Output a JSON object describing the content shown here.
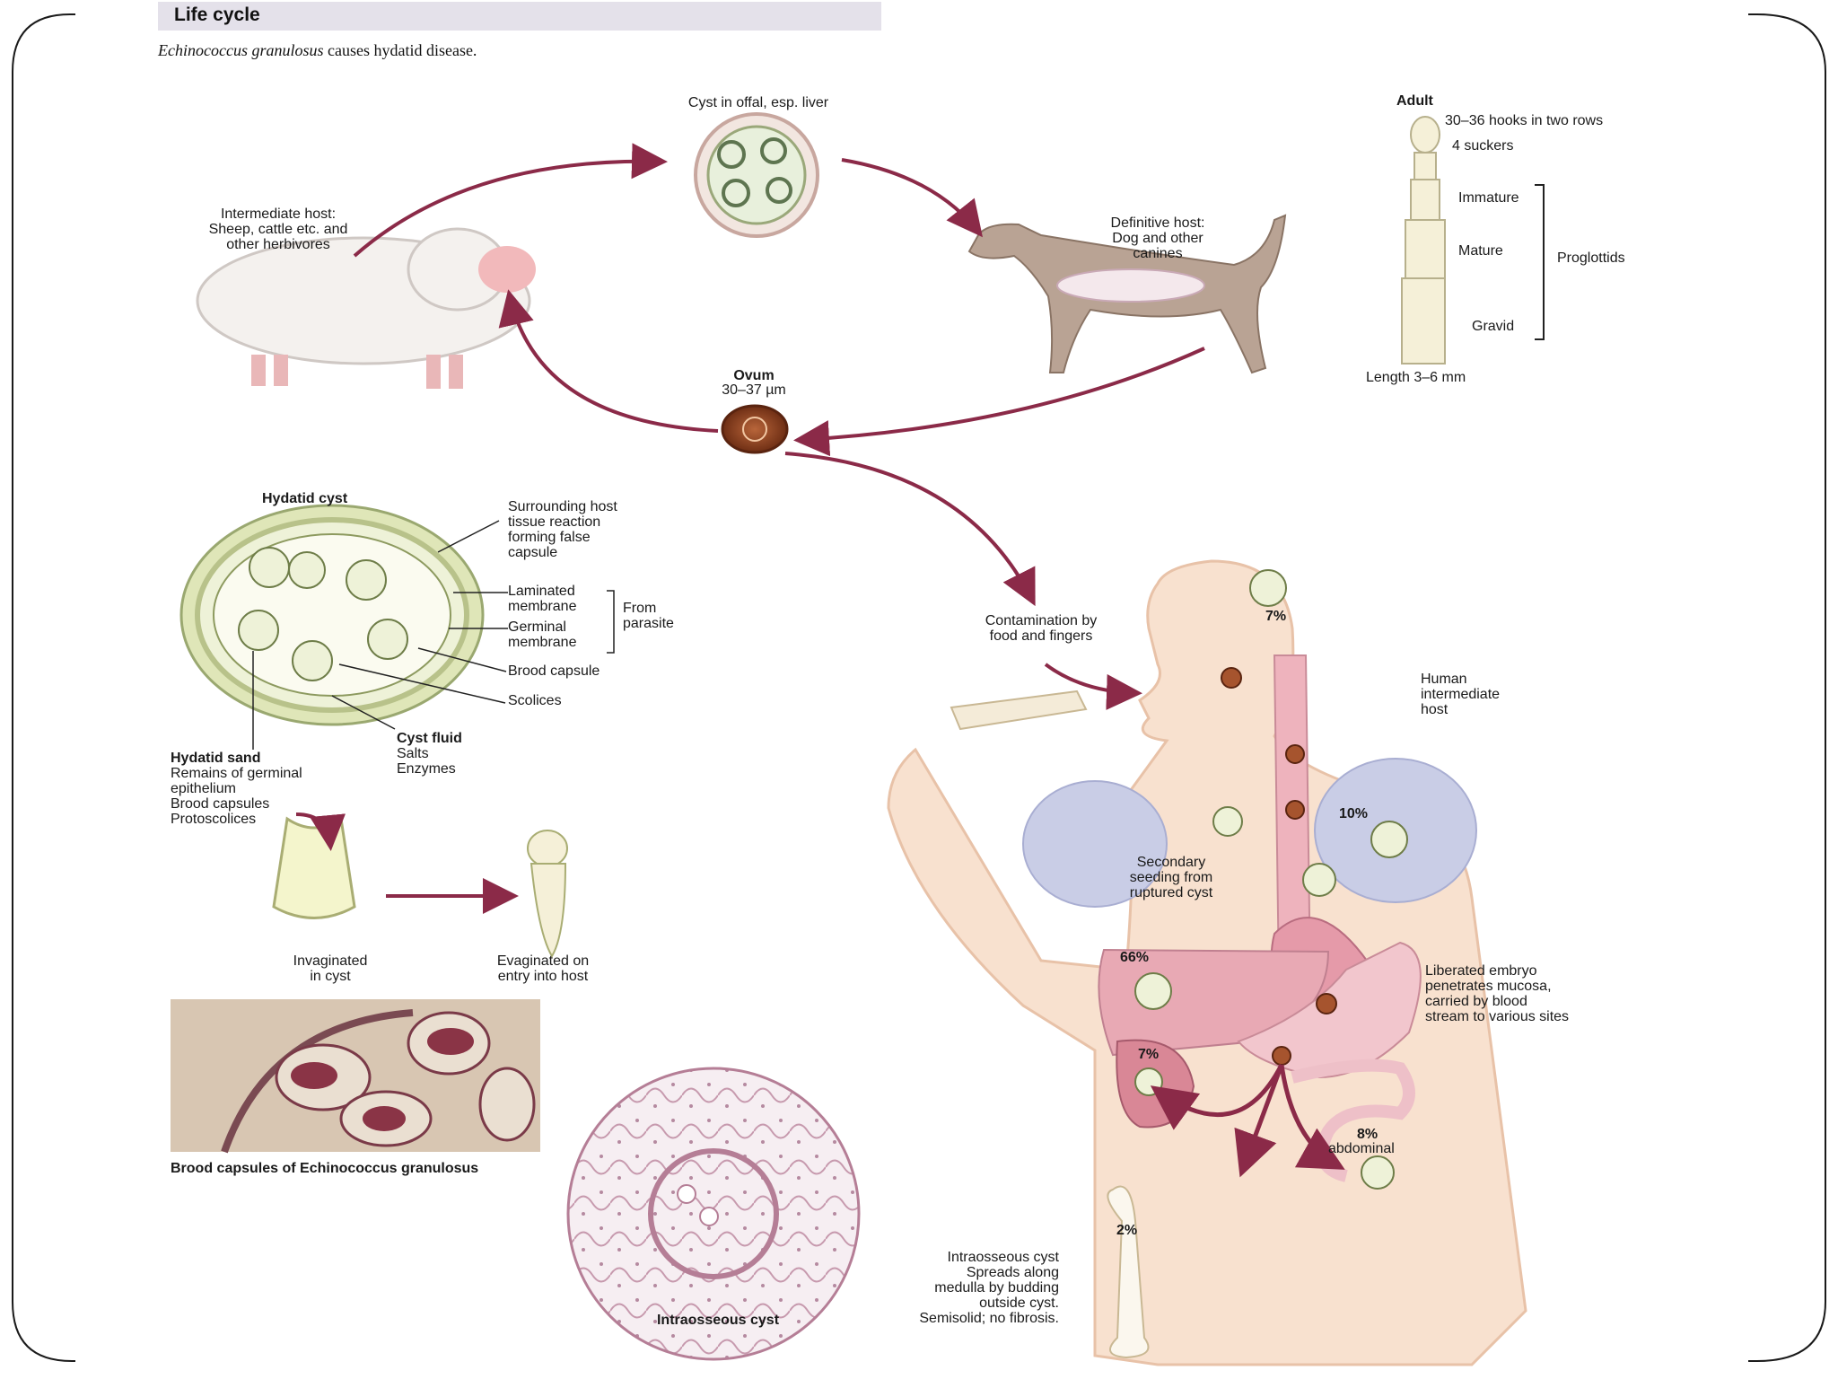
{
  "header": {
    "title": "Life cycle",
    "subtitle_italic": "Echinococcus granulosus",
    "subtitle_rest": " causes hydatid disease."
  },
  "cycle": {
    "cyst_offal": "Cyst in offal, esp. liver",
    "intermediate_host": "Intermediate host:\nSheep, cattle etc. and\nother herbivores",
    "definitive_host": "Definitive host:\nDog and other\ncanines",
    "ovum_title": "Ovum",
    "ovum_size": "30–37 µm"
  },
  "adult": {
    "title": "Adult",
    "hooks": "30–36 hooks in two rows",
    "suckers": "4 suckers",
    "immature": "Immature",
    "mature": "Mature",
    "gravid": "Gravid",
    "proglottids": "Proglottids",
    "length": "Length 3–6 mm"
  },
  "hydatid": {
    "title": "Hydatid cyst",
    "surrounding": "Surrounding host\ntissue reaction\nforming false\ncapsule",
    "laminated": "Laminated\nmembrane",
    "germinal": "Germinal\nmembrane",
    "from_parasite": "From\nparasite",
    "brood_capsule": "Brood capsule",
    "scolices": "Scolices",
    "cyst_fluid_title": "Cyst fluid",
    "cyst_fluid_body": "Salts\nEnzymes",
    "sand_title": "Hydatid sand",
    "sand_body": "Remains of germinal\nepithelium\nBrood capsules\nProtoscolices",
    "invaginated": "Invaginated\nin cyst",
    "evaginated": "Evaginated on\nentry into host"
  },
  "micro": {
    "brood_caption": "Brood capsules of Echinococcus granulosus",
    "intraosseous_caption": "Intraosseous cyst"
  },
  "human": {
    "contamination": "Contamination by\nfood and fingers",
    "human_host": "Human\nintermediate\nhost",
    "pct_brain": "7%",
    "pct_lung": "10%",
    "secondary": "Secondary\nseeding from\nruptured cyst",
    "pct_liver": "66%",
    "pct_kidney": "7%",
    "liberated": "Liberated embryo\npenetrates mucosa,\ncarried by blood\nstream to various sites",
    "pct_abdominal": "8%",
    "abdominal": "abdominal",
    "pct_bone": "2%",
    "intraosseous_desc": "Intraosseous cyst\nSpreads along\nmedulla by budding\noutside cyst.\nSemisolid; no fibrosis."
  },
  "colors": {
    "arrow": "#8b2a48",
    "skin": "#f7dcc8",
    "lung": "#c9cde6",
    "liver": "#e8a9b4",
    "frame": "#1a1a1a"
  }
}
